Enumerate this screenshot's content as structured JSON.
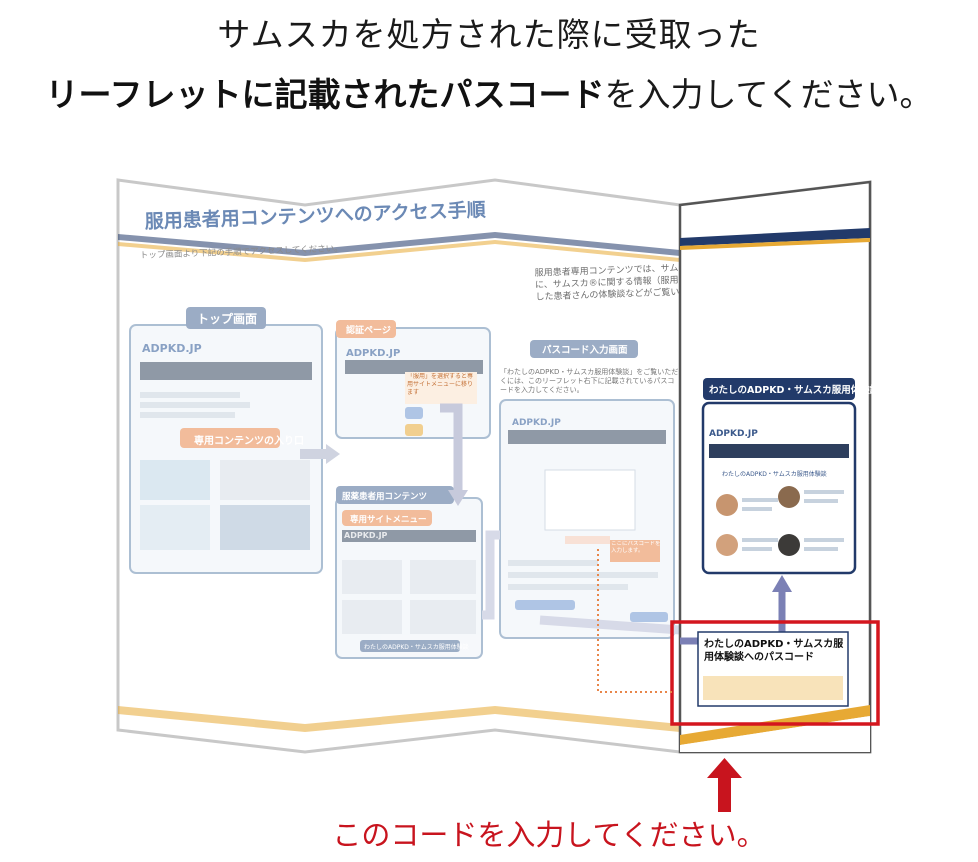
{
  "heading": {
    "line1": "サムスカを処方された際に受取った",
    "line2_bold": "リーフレットに記載されたパスコード",
    "line2_rest": "を入力してください。"
  },
  "leaflet": {
    "title": "服用患者用コンテンツへのアクセス手順",
    "subtitle": "トップ画面より下記の手順でアクセスしてください。",
    "step_top": "トップ画面",
    "step_contents_entry": "専用コンテンツの入り口",
    "step_auth": "認証ページ",
    "step_auth_note": "「服用」を選択すると専用サイトメニューに移ります",
    "step_patients": "服薬患者用コンテンツ",
    "step_menu": "専用サイトメニュー",
    "step_passcode": "パスコード入力画面",
    "passcode_note": "ここにパスコードを入力します。",
    "intro_text": "服用患者専用コンテンツでは、サムスカ®を服用される患者さんやそのご家族に、サムスカ®に関する情報（服用時の注意点や主な副作用）、サムスカ®を服用した患者さんの体験談などがご覧いただけます。",
    "experience_text": "「わたしのADPKD・サムスカ服用体験談」をご覧いただくには、このリーフレット右下に記載されているパスコードを入力してください。",
    "experience_title": "わたしのADPKD・サムスカ服用体験談",
    "site_logo": "ADPKD.JP",
    "site_subtitle": "わたしのADPKD・サムスカ服用体験談",
    "menu_footer": "わたしのADPKD・サムスカ服用体験談",
    "passcode_box_title": "わたしのADPKD・サムスカ服用体験談へのパスコード"
  },
  "caption": "このコードを入力してください。",
  "colors": {
    "navy": "#223a6a",
    "orange": "#e8864a",
    "gold": "#e7a934",
    "red": "#c8141e",
    "gray_fold": "#c8c8c8"
  }
}
